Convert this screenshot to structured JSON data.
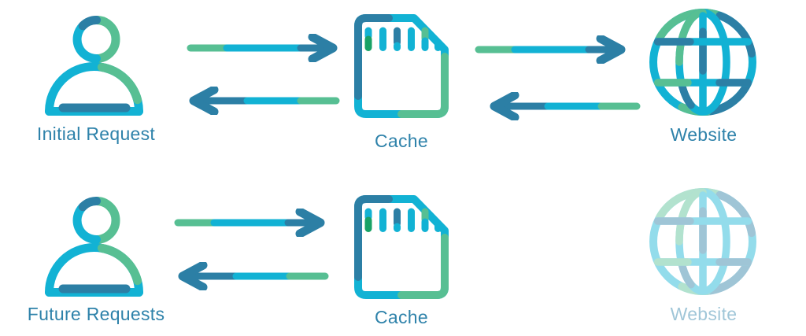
{
  "title": "Caching flow diagram",
  "colors": {
    "cyan": "#12b2d4",
    "green": "#57bf93",
    "deep_green": "#18a266",
    "blue": "#2c7fa5",
    "label": "#2e82aa",
    "background": "#ffffff"
  },
  "rows": [
    {
      "id": "initial-request",
      "user_label": "Initial Request",
      "cache_label": "Cache",
      "website_label": "Website",
      "website_faded": false,
      "arrows": {
        "user_to_cache": true,
        "cache_to_user": true,
        "cache_to_website": true,
        "website_to_cache": true
      }
    },
    {
      "id": "future-requests",
      "user_label": "Future Requests",
      "cache_label": "Cache",
      "website_label": "Website",
      "website_faded": true,
      "arrows": {
        "user_to_cache": true,
        "cache_to_user": true,
        "cache_to_website": false,
        "website_to_cache": false
      }
    }
  ]
}
